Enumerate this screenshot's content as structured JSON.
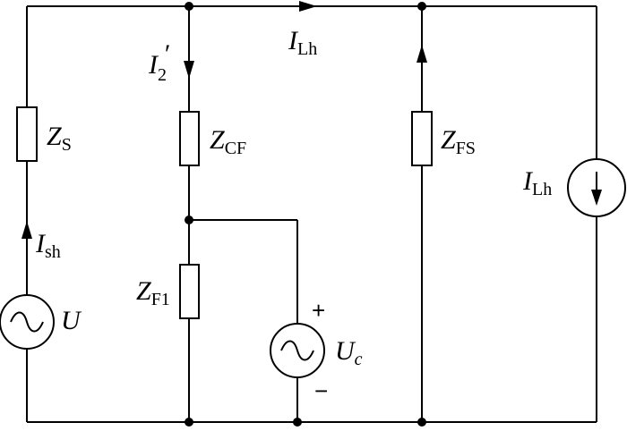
{
  "diagram": {
    "labels": {
      "i_lh_top": {
        "main": "I",
        "sub": "Lh"
      },
      "i2_prime": {
        "main": "I",
        "sub": "2",
        "prime": "′"
      },
      "zs": {
        "main": "Z",
        "sub": "S"
      },
      "zcf": {
        "main": "Z",
        "sub": "CF"
      },
      "zfs": {
        "main": "Z",
        "sub": "FS"
      },
      "i_lh_right": {
        "main": "I",
        "sub": "Lh"
      },
      "i_sh": {
        "main": "I",
        "sub": "sh"
      },
      "u": {
        "main": "U"
      },
      "zf1": {
        "main": "Z",
        "sub": "F1"
      },
      "uc": {
        "main": "U",
        "sub": "c"
      },
      "plus": "+",
      "minus": "−"
    }
  }
}
